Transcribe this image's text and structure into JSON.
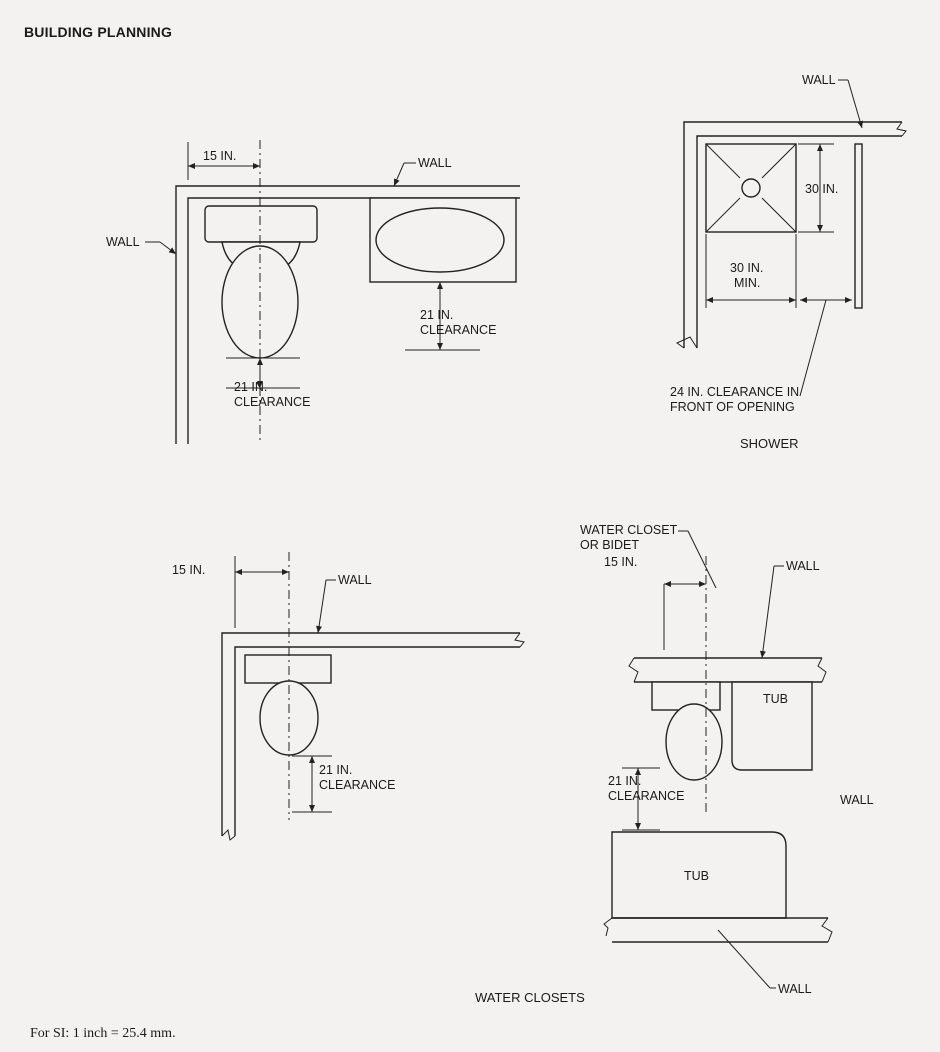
{
  "header": "BUILDING PLANNING",
  "labels": {
    "wall": "WALL",
    "dim_15": "15 IN.",
    "dim_21": "21 IN.",
    "clearance": "CLEARANCE",
    "dim_30": "30 IN.",
    "min": "MIN.",
    "shower_clear_1": "24 IN. CLEARANCE IN",
    "shower_clear_2": "FRONT OF OPENING",
    "wc_or_bidet_1": "WATER CLOSET",
    "wc_or_bidet_2": "OR BIDET",
    "tub": "TUB"
  },
  "captions": {
    "shower": "SHOWER",
    "water_closets": "WATER CLOSETS"
  },
  "footnote": "For SI: 1 inch = 25.4 mm."
}
